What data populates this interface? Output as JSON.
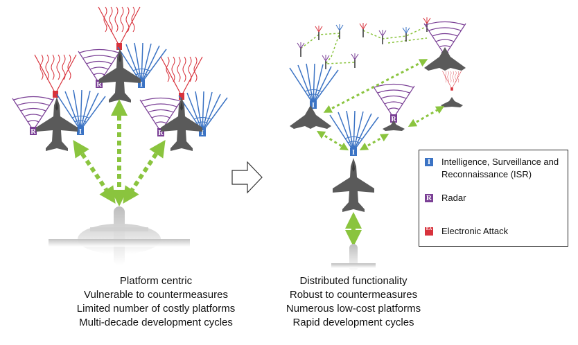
{
  "left_caption": {
    "lines": [
      "Platform centric",
      "Vulnerable to countermeasures",
      "Limited number of costly platforms",
      "Multi-decade development cycles"
    ]
  },
  "right_caption": {
    "lines": [
      "Distributed functionality",
      "Robust to countermeasures",
      "Numerous low-cost platforms",
      "Rapid development cycles"
    ]
  },
  "legend": {
    "items": [
      {
        "symbol": "I",
        "label": "Intelligence, Surveillance and Reconnaissance (ISR)",
        "color": "#3b73c4"
      },
      {
        "symbol": "R",
        "label": "Radar",
        "color": "#7a3f95"
      },
      {
        "symbol": "EA",
        "label": "Electronic Attack",
        "color": "#d8323c"
      }
    ]
  },
  "colors": {
    "isr": "#3b73c4",
    "radar": "#7a3f95",
    "ea": "#d8323c",
    "link": "#8ac43e",
    "platform": "#555555"
  }
}
